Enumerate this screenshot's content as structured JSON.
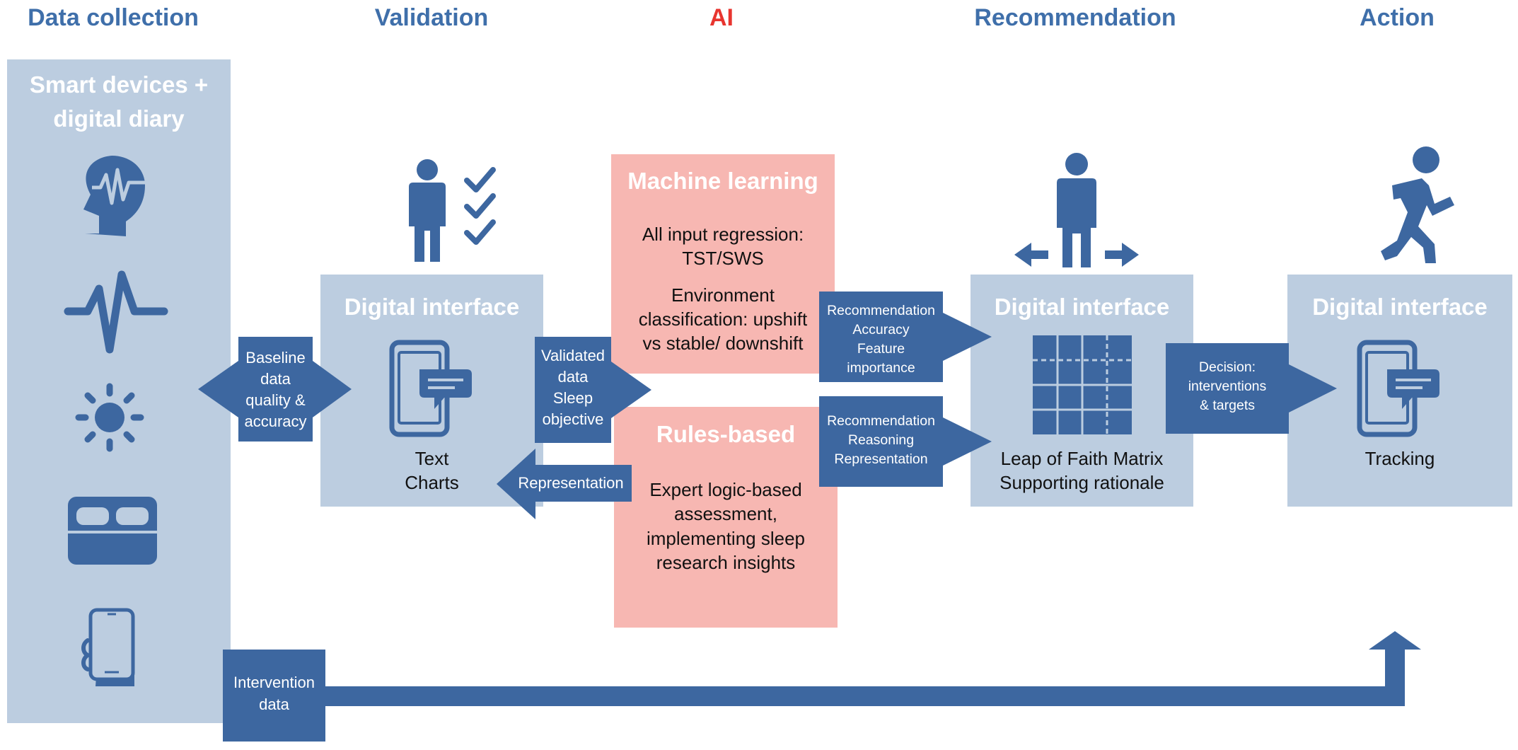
{
  "headers": {
    "data_collection": "Data collection",
    "validation": "Validation",
    "ai": "AI",
    "recommendation": "Recommendation",
    "action": "Action"
  },
  "data_collection": {
    "title_line1": "Smart devices +",
    "title_line2": "digital diary",
    "icons": [
      "brain-wave-icon",
      "heartbeat-icon",
      "sun-icon",
      "bed-icon",
      "smartphone-icon"
    ]
  },
  "validation": {
    "panel_title": "Digital interface",
    "line1": "Text",
    "line2": "Charts"
  },
  "baseline_arrow": {
    "line1": "Baseline",
    "line2": "data",
    "line3": "quality &",
    "line4": "accuracy"
  },
  "validated_arrow": {
    "line1": "Validated",
    "line2": "data",
    "line3": "Sleep",
    "line4": "objective"
  },
  "representation_arrow": {
    "label": "Representation"
  },
  "machine_learning": {
    "title": "Machine learning",
    "line1": "All input regression:",
    "line2": "TST/SWS",
    "line3": "Environment",
    "line4": "classification: upshift",
    "line5": "vs stable/ downshift"
  },
  "rules_based": {
    "title": "Rules-based",
    "line1": "Expert logic-based",
    "line2": "assessment,",
    "line3": "implementing sleep",
    "line4": "research insights"
  },
  "rec_arrow_top": {
    "line1": "Recommendation",
    "line2": "Accuracy",
    "line3": "Feature",
    "line4": "importance"
  },
  "rec_arrow_bottom": {
    "line1": "Recommendation",
    "line2": "Reasoning",
    "line3": "Representation"
  },
  "recommendation": {
    "panel_title": "Digital interface",
    "line1": "Leap of Faith Matrix",
    "line2": "Supporting rationale"
  },
  "decision_arrow": {
    "line1": "Decision:",
    "line2": "interventions",
    "line3": "& targets"
  },
  "action": {
    "panel_title": "Digital interface",
    "line1": "Tracking"
  },
  "intervention_box": {
    "line1": "Intervention",
    "line2": "data"
  },
  "colors": {
    "header_blue": "#3f6faa",
    "ai_red": "#e8352f",
    "panel_light_blue": "#bccde0",
    "dark_blue": "#3d67a0",
    "salmon": "#f7b7b2"
  }
}
